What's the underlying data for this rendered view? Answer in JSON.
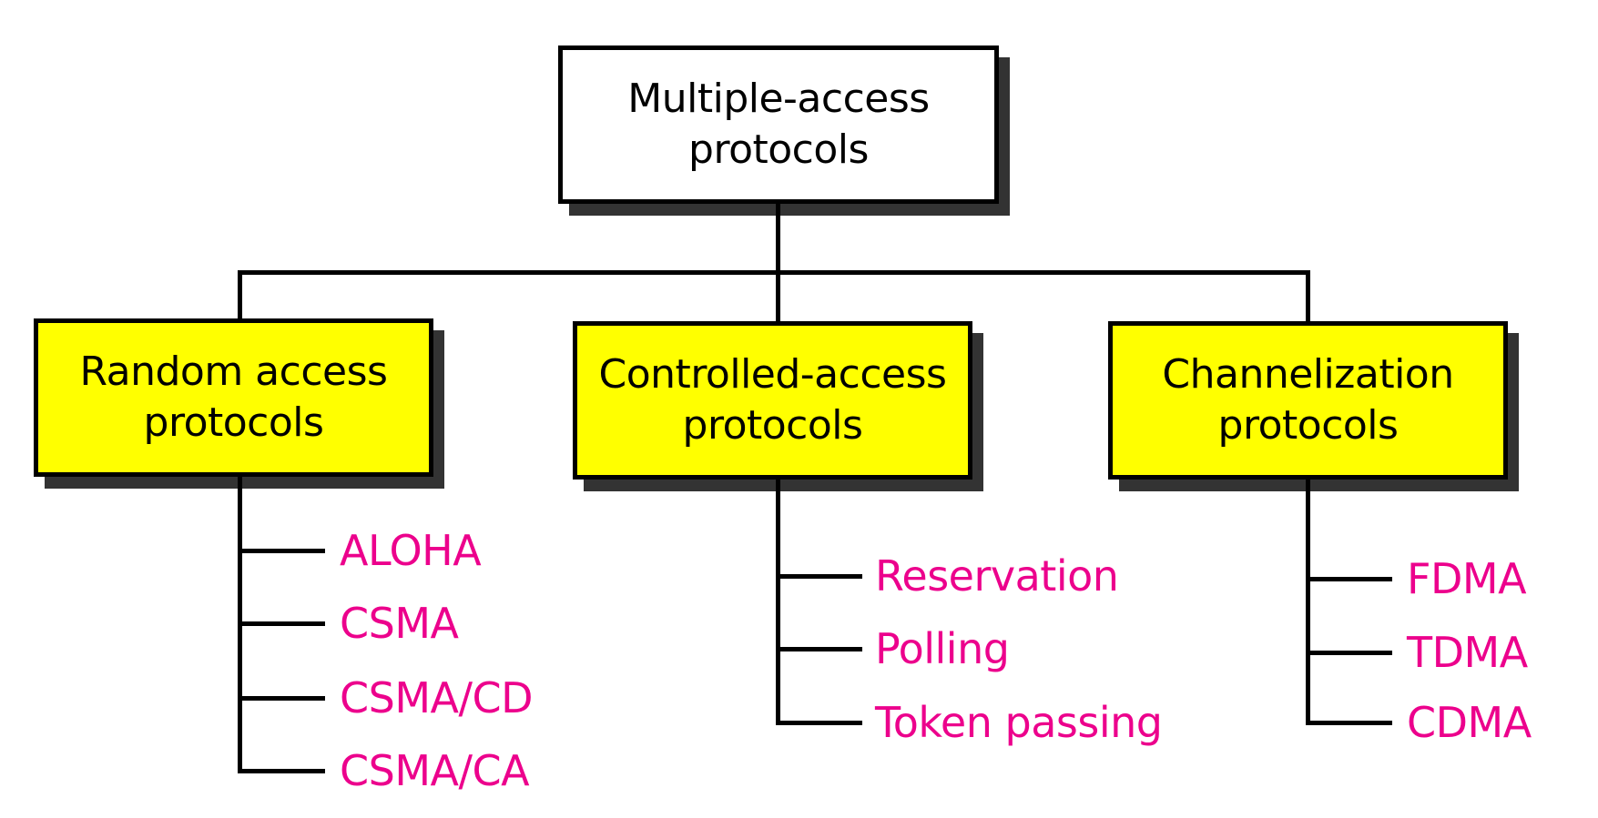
{
  "root": {
    "label": "Multiple-access\nprotocols"
  },
  "categories": [
    {
      "label": "Random access\nprotocols",
      "items": [
        "ALOHA",
        "CSMA",
        "CSMA/CD",
        "CSMA/CA"
      ]
    },
    {
      "label": "Controlled-access\nprotocols",
      "items": [
        "Reservation",
        "Polling",
        "Token passing"
      ]
    },
    {
      "label": "Channelization\nprotocols",
      "items": [
        "FDMA",
        "TDMA",
        "CDMA"
      ]
    }
  ],
  "colors": {
    "category_fill": "#ffff00",
    "root_fill": "#ffffff",
    "leaf_text": "#ec008c",
    "shadow": "#333333"
  }
}
